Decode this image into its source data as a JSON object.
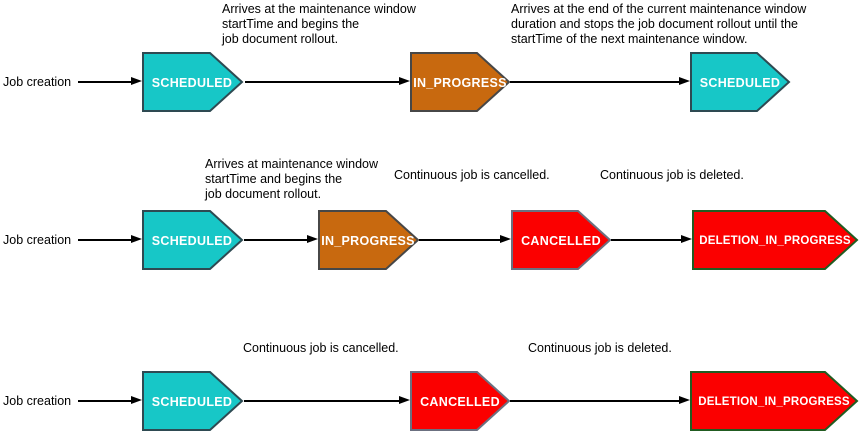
{
  "diagram": {
    "description_visible_text_only": "Job state flow diagram",
    "colors": {
      "scheduled_fill": "#17C7C7",
      "in_progress_fill": "#C8690F",
      "cancelled_fill": "#FB0000",
      "deletion_in_progress_fill": "#FB0000",
      "scheduled_stroke": "#2E4A52",
      "in_progress_stroke": "#474747",
      "cancelled_stroke": "#6B7080",
      "deletion_in_progress_stroke": "#215C21",
      "arrow": "#000000",
      "node_label_text": "#FFFFFF",
      "annotation_text": "#000000"
    },
    "rows": [
      {
        "start_label": "Job creation",
        "annotations": [
          "Arrives at the maintenance window\nstartTime and begins the\njob document rollout.",
          "Arrives at the end of the current maintenance window\nduration and stops the job document rollout until the\nstartTime of the next maintenance window."
        ],
        "nodes": [
          {
            "label": "SCHEDULED",
            "type": "scheduled"
          },
          {
            "label": "IN_PROGRESS",
            "type": "in_progress"
          },
          {
            "label": "SCHEDULED",
            "type": "scheduled"
          }
        ]
      },
      {
        "start_label": "Job creation",
        "annotations": [
          "Arrives at maintenance window\nstartTime and begins the\njob document rollout.",
          "Continuous job is cancelled.",
          "Continuous job is deleted."
        ],
        "nodes": [
          {
            "label": "SCHEDULED",
            "type": "scheduled"
          },
          {
            "label": "IN_PROGRESS",
            "type": "in_progress"
          },
          {
            "label": "CANCELLED",
            "type": "cancelled"
          },
          {
            "label": "DELETION_IN_PROGRESS",
            "type": "deletion_in_progress"
          }
        ]
      },
      {
        "start_label": "Job creation",
        "annotations": [
          "Continuous job is cancelled.",
          "Continuous job is deleted."
        ],
        "nodes": [
          {
            "label": "SCHEDULED",
            "type": "scheduled"
          },
          {
            "label": "CANCELLED",
            "type": "cancelled"
          },
          {
            "label": "DELETION_IN_PROGRESS",
            "type": "deletion_in_progress"
          }
        ]
      }
    ]
  }
}
